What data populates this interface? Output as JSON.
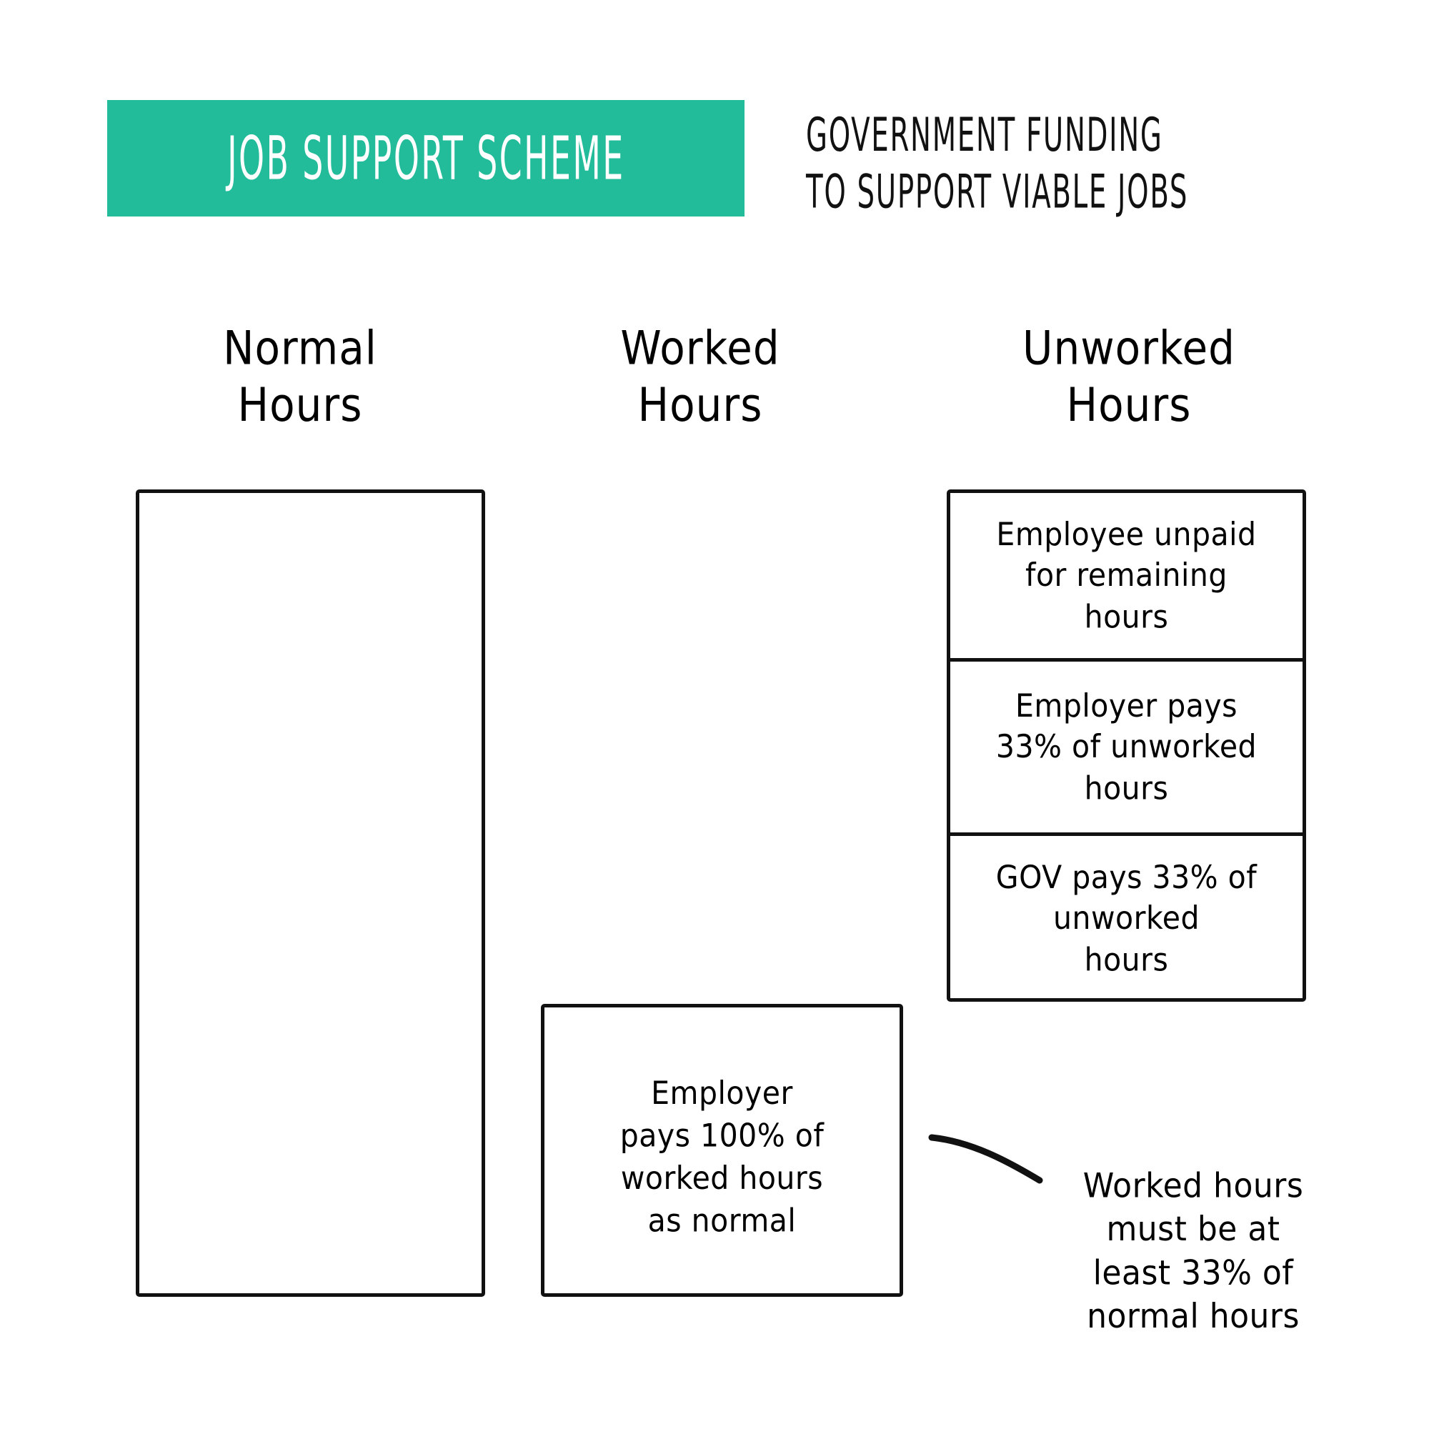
{
  "header": {
    "title": "JOB SUPPORT SCHEME",
    "subtitle": "GOVERNMENT FUNDING\nTO SUPPORT VIABLE JOBS",
    "banner_color": "#22bc9a",
    "title_color": "#ffffff",
    "subtitle_color": "#111111"
  },
  "columns": {
    "normal": {
      "heading": "Normal\nHours"
    },
    "worked": {
      "heading": "Worked\nHours",
      "body": "Employer\npays 100% of\nworked hours\nas normal"
    },
    "unworked": {
      "heading": "Unworked\nHours",
      "segments": [
        {
          "label": "Employee unpaid\nfor remaining\nhours"
        },
        {
          "label": "Employer pays\n33% of unworked\nhours"
        },
        {
          "label": "GOV pays 33% of\nunworked\nhours"
        }
      ]
    }
  },
  "annotation": {
    "text": "Worked hours\nmust be at\nleast 33% of\nnormal hours"
  },
  "chart_data": {
    "type": "bar",
    "title": "JOB SUPPORT SCHEME",
    "subtitle": "GOVERNMENT FUNDING TO SUPPORT VIABLE JOBS",
    "categories": [
      "Normal Hours",
      "Worked Hours",
      "Unworked Hours"
    ],
    "values": [
      100,
      33,
      67
    ],
    "unit": "% of normal hours",
    "xlabel": "",
    "ylabel": "",
    "ylim": [
      0,
      100
    ],
    "grid": false,
    "legend": "none",
    "stacked_segments": {
      "Unworked Hours": [
        {
          "name": "Employee unpaid for remaining hours",
          "value": 22
        },
        {
          "name": "Employer pays 33% of unworked hours",
          "value": 22
        },
        {
          "name": "GOV pays 33% of unworked hours",
          "value": 22
        }
      ],
      "Worked Hours": [
        {
          "name": "Employer pays 100% of worked hours as normal",
          "value": 33
        }
      ]
    },
    "annotations": [
      "Worked hours must be at least 33% of normal hours"
    ]
  }
}
